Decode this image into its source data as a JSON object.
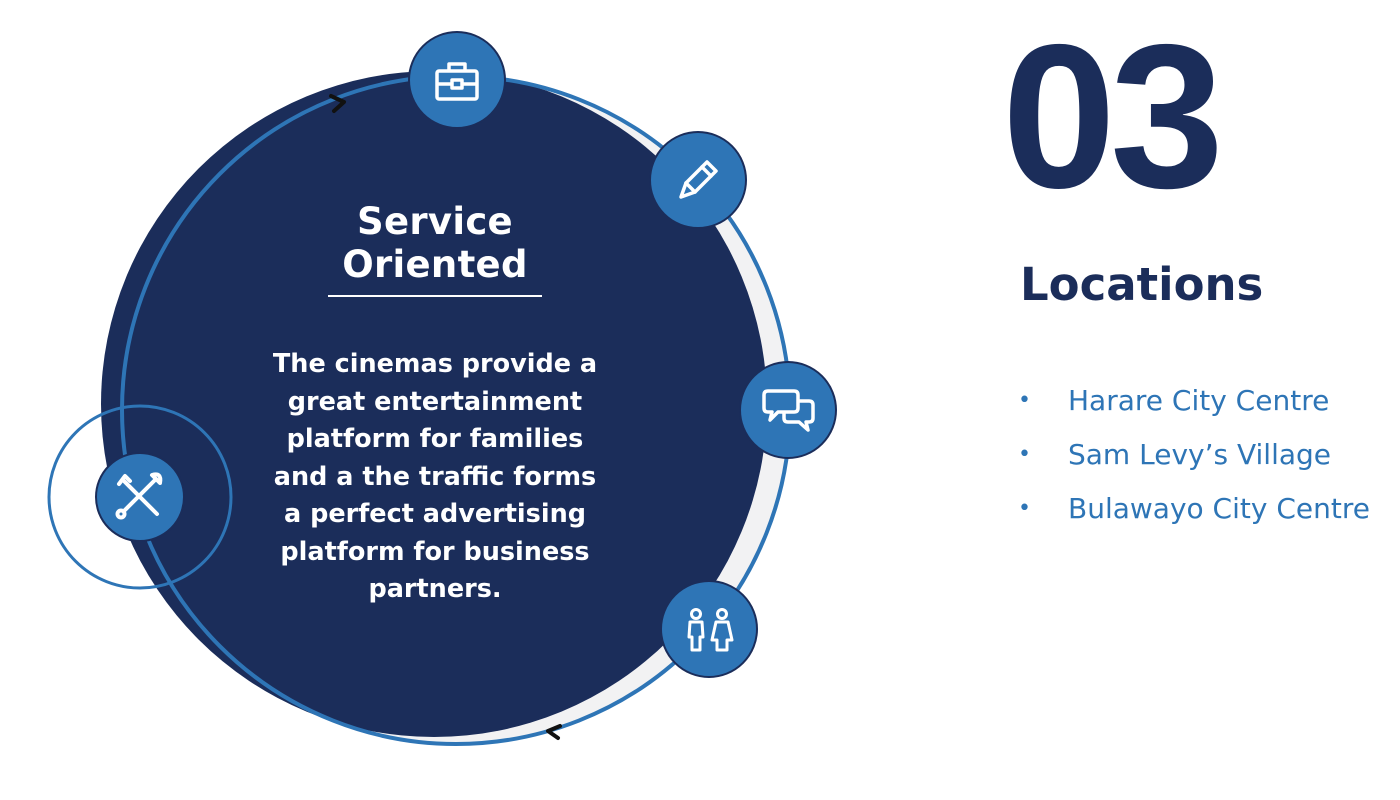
{
  "center": {
    "title": "Service Oriented",
    "body": "The cinemas provide a great entertainment platform for families and a the traffic forms a perfect advertising platform for business partners."
  },
  "icons": [
    {
      "name": "briefcase-icon"
    },
    {
      "name": "pencil-icon"
    },
    {
      "name": "chat-bubbles-icon"
    },
    {
      "name": "people-icon"
    },
    {
      "name": "tools-icon"
    }
  ],
  "stat": {
    "number": "03",
    "label": "Locations"
  },
  "locations": [
    "Harare City Centre",
    "Sam Levy’s Village",
    "Bulawayo City Centre"
  ],
  "colors": {
    "navy": "#1b2d5a",
    "accent_blue": "#2e75b6",
    "ring_grey": "#f2f2f2"
  }
}
